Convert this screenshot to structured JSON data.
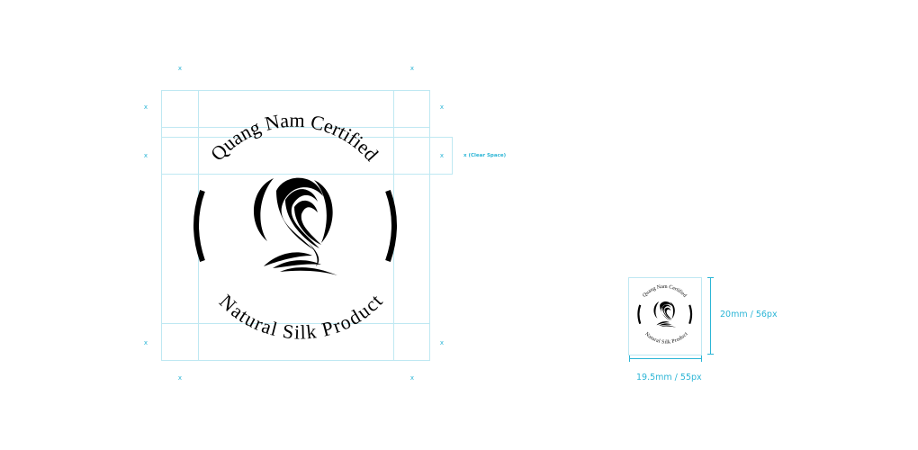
{
  "clear_space": {
    "marker": "x",
    "label": "x (Clear Space)"
  },
  "logo": {
    "top_text": "Quang Nam Certified",
    "bottom_text": "Natural Silk Product",
    "mark_icon": "silk-ribbon-q-icon",
    "color": "#000000"
  },
  "guide_color": "#2bb5d6",
  "min_size": {
    "width_label": "19.5mm / 55px",
    "height_label": "20mm / 56px"
  }
}
